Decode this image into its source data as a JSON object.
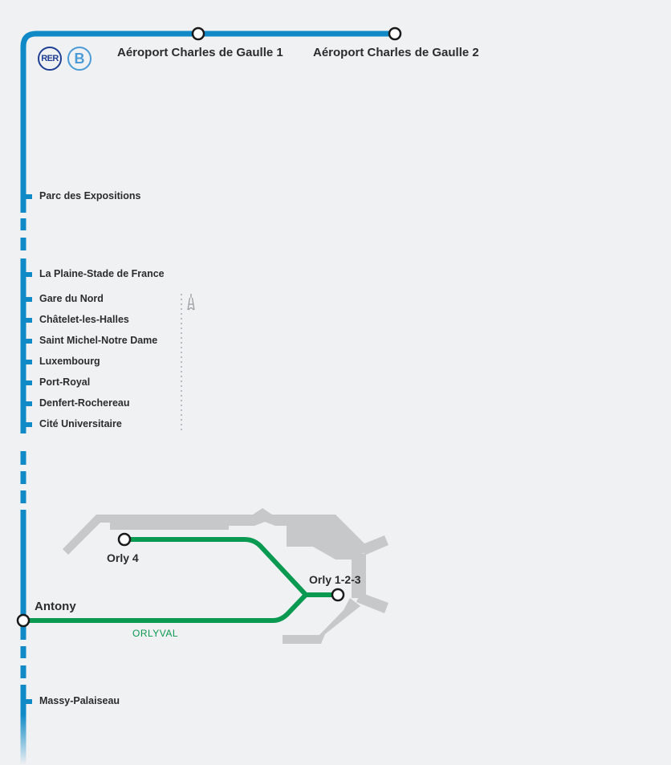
{
  "line": {
    "network_badge": "RER",
    "line_badge": "B",
    "color": "#0f8ac7",
    "badge_network_color": "#1f3f94",
    "badge_line_color": "#4b9bd6"
  },
  "terminals": {
    "cdg1": "Aéroport Charles de Gaulle 1",
    "cdg2": "Aéroport Charles de Gaulle 2"
  },
  "stations": [
    "Parc des Expositions",
    "La Plaine-Stade de France",
    "Gare du Nord",
    "Châtelet-les-Halles",
    "Saint Michel-Notre Dame",
    "Luxembourg",
    "Port-Royal",
    "Denfert-Rochereau",
    "Cité Universitaire"
  ],
  "paris_icon": "eiffel-tower-icon",
  "orly": {
    "interchange": "Antony",
    "shuttle": "ORLYVAL",
    "shuttle_color": "#0a9950",
    "terminal_a": "Orly 4",
    "terminal_b": "Orly 1-2-3",
    "airport_color": "#c6c8ca"
  },
  "lower_station": "Massy-Palaiseau"
}
